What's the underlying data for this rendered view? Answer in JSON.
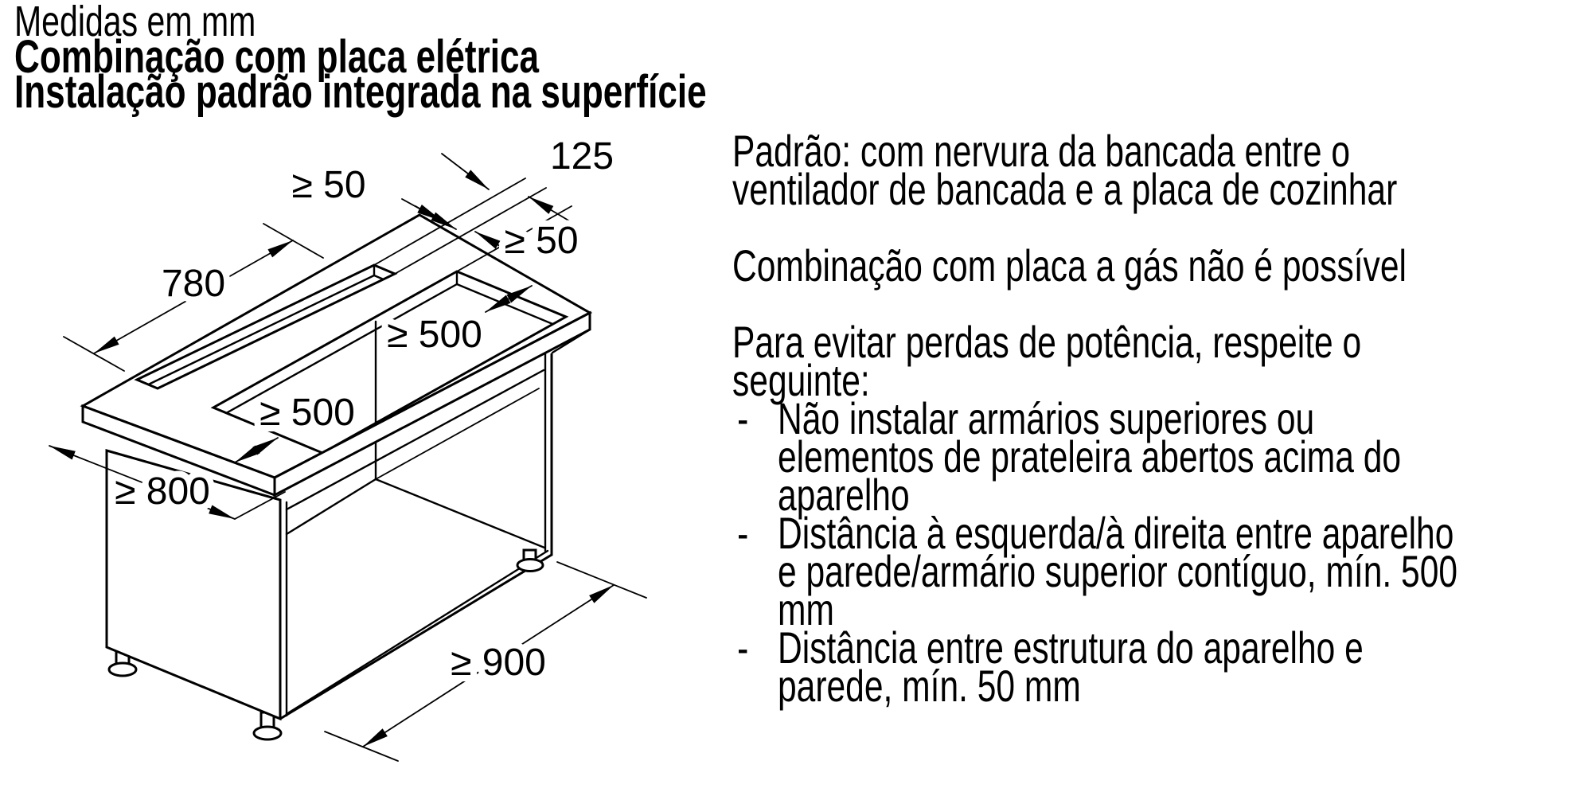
{
  "title": {
    "line1": "Medidas em mm",
    "line2": "Combinação com placa elétrica",
    "line3": "Instalação padrão integrada na superfície"
  },
  "diagram": {
    "labels": {
      "slot_length": "780",
      "slot_width": "125",
      "gap_back": "≥ 50",
      "gap_rib": "≥ 50",
      "clearance_right": "≥ 500",
      "clearance_left": "≥ 500",
      "worktop_depth": "≥ 800",
      "floor_clearance": "≥ 900"
    }
  },
  "right_column": {
    "para1_line1": "Padrão: com nervura da bancada entre o",
    "para1_line2": "ventilador de bancada e a placa de cozinhar",
    "para2_line1": "Combinação com placa a gás não é possível",
    "para3_line1": "Para evitar perdas de potência, respeite o",
    "para3_line2": "seguinte:",
    "bullet_dash": "-",
    "b1_line1": "Não instalar armários superiores ou",
    "b1_line2": "elementos de prateleira abertos acima do",
    "b1_line3": "aparelho",
    "b2_line1": "Distância à esquerda/à direita entre aparelho",
    "b2_line2": "e parede/armário superior contíguo, mín. 500",
    "b2_line3": "mm",
    "b3_line1": "Distância entre estrutura do aparelho e",
    "b3_line2": "parede, mín. 50 mm"
  }
}
